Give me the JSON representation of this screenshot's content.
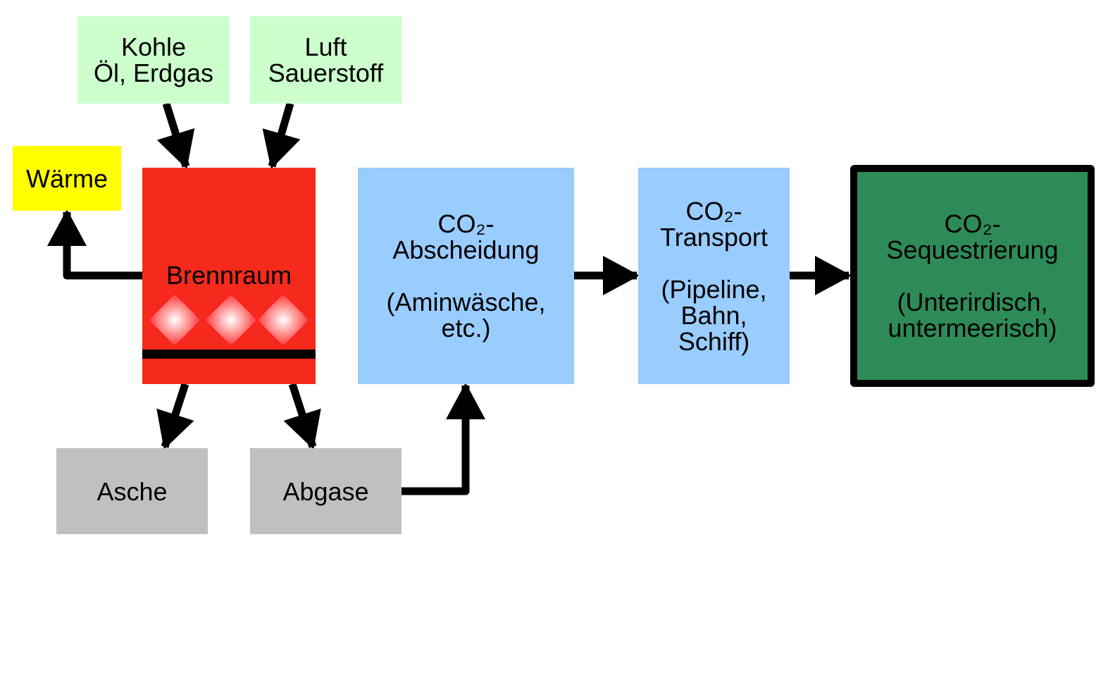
{
  "diagram": {
    "fuel": {
      "line1": "Kohle",
      "line2": "Öl, Erdgas"
    },
    "air": {
      "line1": "Luft",
      "line2": "Sauerstoff"
    },
    "heat": {
      "label": "Wärme"
    },
    "combustion": {
      "label": "Brennraum"
    },
    "ash": {
      "label": "Asche"
    },
    "flue_gas": {
      "label": "Abgase"
    },
    "capture": {
      "line1": "CO₂-",
      "line2": "Abscheidung",
      "line3": "(Aminwäsche,",
      "line4": "etc.)"
    },
    "transport": {
      "line1": "CO₂-",
      "line2": "Transport",
      "line3": "(Pipeline,",
      "line4": "Bahn,",
      "line5": "Schiff)"
    },
    "sequestration": {
      "line1": "CO₂-",
      "line2": "Sequestrierung",
      "line3": "(Unterirdisch,",
      "line4": "untermeerisch)"
    }
  },
  "colors": {
    "fuel_air_box": "#ccffcc",
    "heat_box": "#ffff00",
    "combustion_box": "#f52a1d",
    "residue_box": "#c0c0c0",
    "process_box": "#99ccff",
    "sequestration_box": "#2e8b57",
    "arrow": "#000000"
  }
}
